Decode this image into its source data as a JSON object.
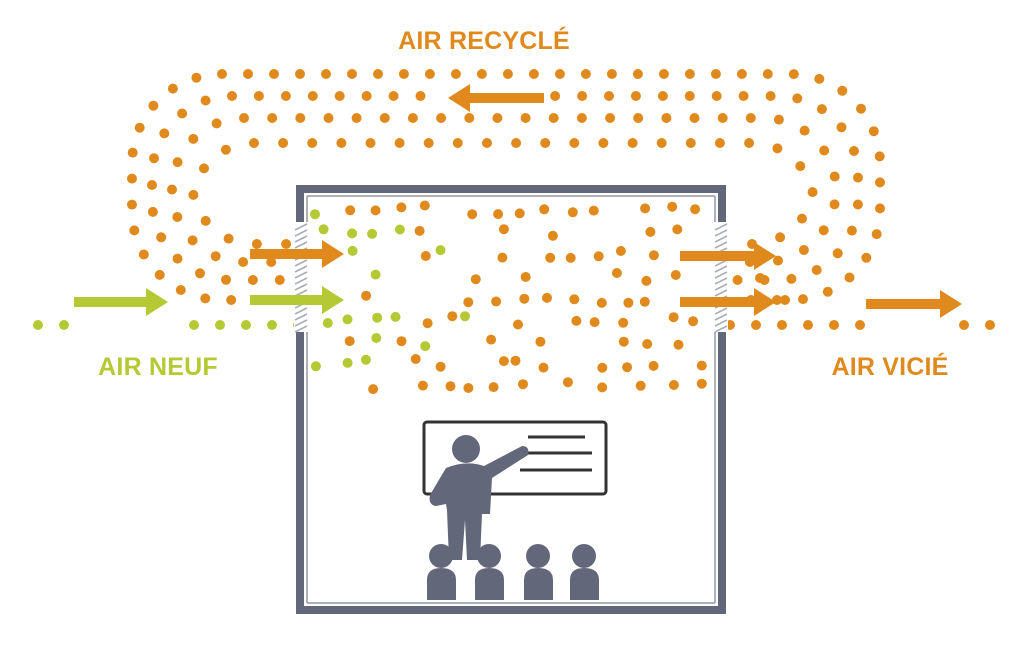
{
  "labels": {
    "recycled": "AIR RECYCLÉ",
    "fresh": "AIR NEUF",
    "stale": "AIR VICIÉ"
  },
  "colors": {
    "orange": "#E08A1E",
    "green": "#B5C934",
    "room_wall": "#626879",
    "vent_hatch": "#A9AEBB",
    "people": "#626879",
    "background": "#FFFFFF"
  },
  "icons": {
    "teacher": "teacher-icon",
    "board": "whiteboard-icon",
    "students": "students-icon",
    "arrow": "arrow-right-icon"
  }
}
